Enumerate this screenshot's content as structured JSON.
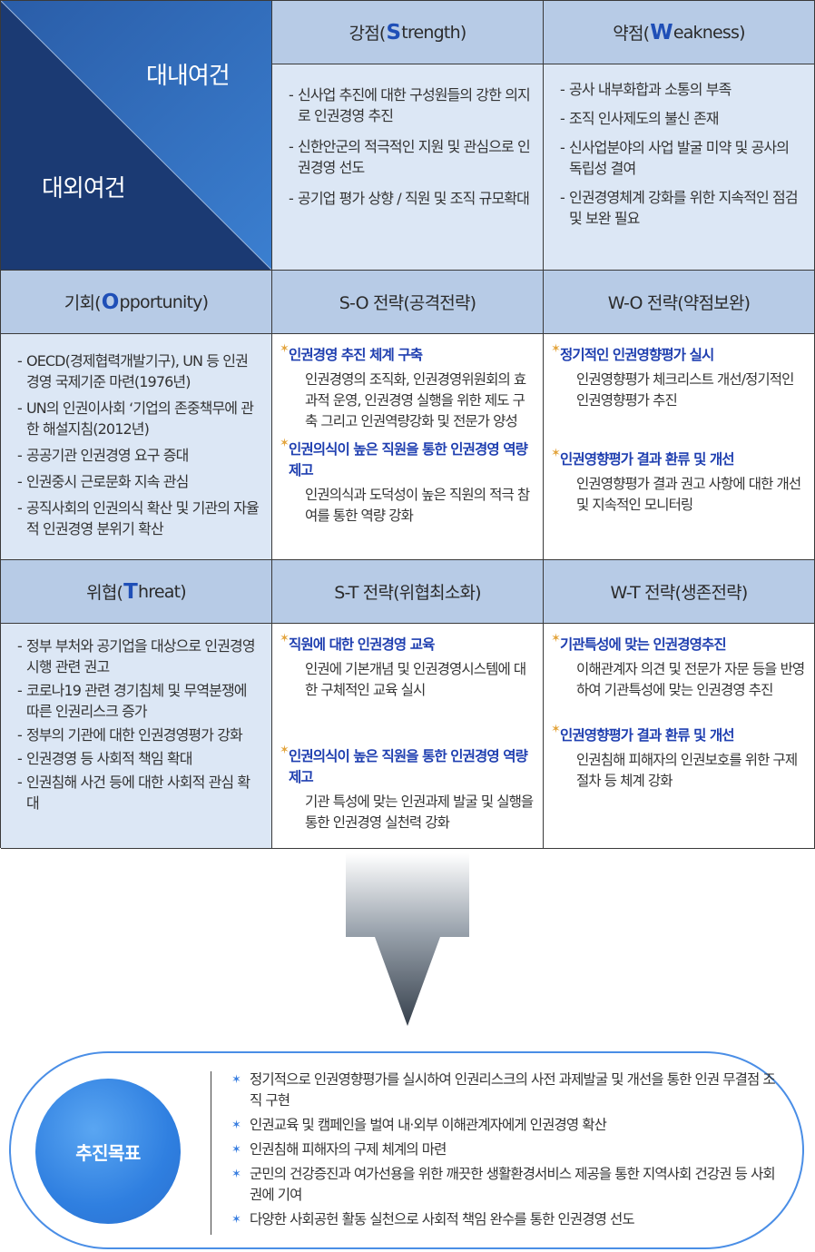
{
  "corner": {
    "internal_label": "대내여건",
    "external_label": "대외여건"
  },
  "headers": {
    "strength": {
      "pre": "강점(",
      "letter": "S",
      "rest": "trength)"
    },
    "weakness": {
      "pre": "약점(",
      "letter": "W",
      "rest": "eakness)"
    },
    "opportunity": {
      "pre": "기회(",
      "letter": "O",
      "rest": "pportunity)"
    },
    "threat": {
      "pre": "위협(",
      "letter": "T",
      "rest": "hreat)"
    },
    "so": "S-O 전략(공격전략)",
    "wo": "W-O 전략(약점보완)",
    "st": "S-T 전략(위협최소화)",
    "wt": "W-T 전략(생존전략)"
  },
  "strengths": [
    "신사업 추진에 대한 구성원들의 강한 의지로 인권경영 추진",
    "신한안군의 적극적인 지원 및 관심으로 인권경영 선도",
    "공기업 평가 상향 / 직원 및 조직 규모확대"
  ],
  "weaknesses": [
    "공사 내부화합과 소통의 부족",
    "조직 인사제도의 불신 존재",
    "신사업분야의 사업 발굴 미약 및 공사의 독립성 결여",
    "인권경영체계 강화를 위한 지속적인 점검 및 보완 필요"
  ],
  "opportunities": [
    "OECD(경제협력개발기구), UN 등 인권 경영 국제기준 마련(1976년)",
    "UN의 인권이사회 ‘기업의 존중책무에 관한 해설지침(2012년)",
    "공공기관 인권경영 요구 증대",
    "인권중시 근로문화 지속 관심",
    "공직사회의 인권의식 확산 및 기관의 자율적 인권경영 분위기 확산"
  ],
  "threats": [
    "정부 부처와 공기업을 대상으로 인권경영 시행 관련 권고",
    "코로나19 관련 경기침체 및 무역분쟁에 따른 인권리스크 증가",
    "정부의 기관에 대한 인권경영평가 강화",
    "인권경영 등 사회적 책임 확대",
    "인권침해 사건 등에 대한 사회적 관심 확대"
  ],
  "so_items": [
    {
      "title": "인권경영 추진 체계 구축",
      "desc": "인권경영의 조직화, 인권경영위원회의 효과적 운영, 인권경영 실행을 위한 제도 구축 그리고 인권역량강화 및 전문가 양성"
    },
    {
      "title": "인권의식이 높은 직원을 통한 인권경영 역량 제고",
      "desc": "인권의식과 도덕성이 높은 직원의 적극 참여를 통한 역량 강화"
    }
  ],
  "wo_items": [
    {
      "title": "정기적인 인권영향평가 실시",
      "desc": "인권영향평가 체크리스트 개선/정기적인 인권영향평가 추진"
    },
    {
      "title": "인권영향평가 결과 환류 및 개선",
      "desc": "인권영향평가 결과 권고 사항에 대한 개선 및 지속적인 모니터링"
    }
  ],
  "st_items": [
    {
      "title": "직원에 대한 인권경영 교육",
      "desc": "인권에 기본개념 및 인권경영시스템에 대한 구체적인 교육 실시"
    },
    {
      "title": "인권의식이 높은 직원을 통한 인권경영 역량 제고",
      "desc": "기관 특성에 맞는 인권과제 발굴 및 실행을 통한 인권경영 실천력 강화"
    }
  ],
  "wt_items": [
    {
      "title": "기관특성에 맞는 인권경영추진",
      "desc": "이해관계자 의견 및 전문가 자문 등을 반영하여 기관특성에 맞는 인권경영 추진"
    },
    {
      "title": "인권영향평가 결과 환류 및 개선",
      "desc": "인권침해 피해자의 인권보호를 위한 구제절차 등 체계 강화"
    }
  ],
  "goal": {
    "label": "추진목표",
    "items": [
      "정기적으로 인권영향평가를 실시하여 인권리스크의 사전 과제발굴 및 개선을 통한 인권 무결점 조직 구현",
      "인권교육 및 캠페인을 벌여 내·외부 이해관계자에게 인권경영 확산",
      "인권침해 피해자의 구제 체계의 마련",
      "군민의 건강증진과 여가선용을 위한 깨끗한 생활환경서비스 제공을 통한 지역사회 건강권 등 사회권에 기여",
      "다양한 사회공헌 활동 실천으로 사회적 책임 완수를 통한 인권경영 선도"
    ]
  },
  "colors": {
    "navy": "#1d3f7a",
    "blue": "#2e6cb8",
    "header_bg": "#b7cbe6",
    "light_bg": "#dce7f5",
    "title_blue": "#1f3fb0",
    "star": "#e3a43c"
  }
}
